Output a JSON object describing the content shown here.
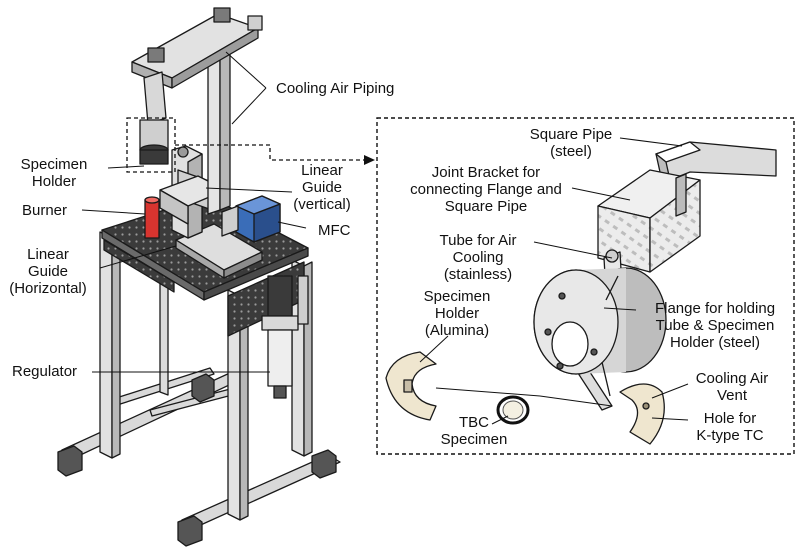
{
  "labels": {
    "cooling_air_piping": "Cooling Air Piping",
    "specimen_holder_left": [
      "Specimen",
      "Holder"
    ],
    "linear_guide_vertical": [
      "Linear",
      "Guide",
      "(vertical)"
    ],
    "burner": "Burner",
    "mfc": "MFC",
    "linear_guide_horizontal": [
      "Linear",
      "Guide",
      "(Horizontal)"
    ],
    "regulator": "Regulator",
    "square_pipe": [
      "Square Pipe",
      "(steel)"
    ],
    "joint_bracket": [
      "Joint Bracket for",
      "connecting Flange and",
      "Square Pipe"
    ],
    "tube_air_cooling": [
      "Tube for Air",
      "Cooling",
      "(stainless)"
    ],
    "specimen_holder_alumina": [
      "Specimen",
      "Holder",
      "(Alumina)"
    ],
    "flange": [
      "Flange for holding",
      "Tube & Specimen",
      "Holder (steel)"
    ],
    "cooling_air_vent": [
      "Cooling Air",
      "Vent"
    ],
    "hole_tc": [
      "Hole for",
      "K-type TC"
    ],
    "tbc_specimen": [
      "TBC",
      "Specimen"
    ]
  },
  "colors": {
    "frame": "#d9d9d9",
    "outline": "#1a1a1a",
    "burner_red": "#d8342f",
    "mfc_blue": "#3a6db8",
    "alumina": "#efe6cf",
    "steel": "#e4e4e4"
  }
}
